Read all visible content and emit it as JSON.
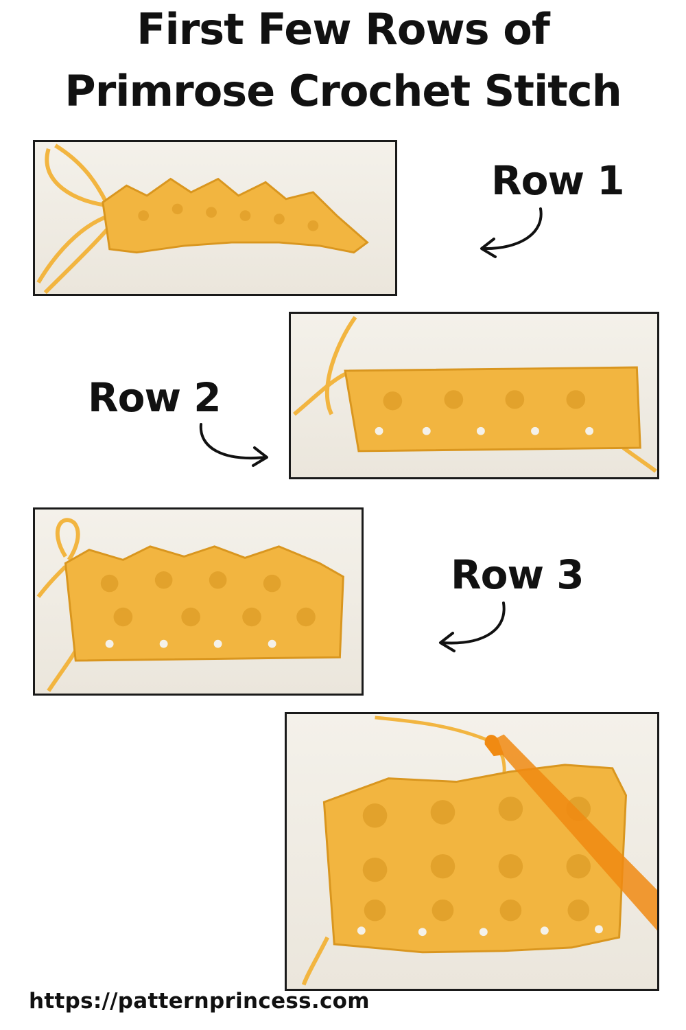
{
  "title": {
    "line1": "First Few Rows of",
    "line2": "Primrose Crochet Stitch"
  },
  "steps": [
    {
      "label": "Row 1",
      "photo": "crochet-swatch-row-1"
    },
    {
      "label": "Row 2",
      "photo": "crochet-swatch-row-2"
    },
    {
      "label": "Row 3",
      "photo": "crochet-swatch-row-3"
    },
    {
      "label": "",
      "photo": "crochet-swatch-row-4-with-hook"
    }
  ],
  "colors": {
    "yarn": "#f2b540",
    "yarn_shadow": "#d9961f",
    "hook": "#f08a12",
    "frame": "#1a1a1a",
    "text": "#111111"
  },
  "footer": {
    "url": "https://patternprincess.com"
  }
}
